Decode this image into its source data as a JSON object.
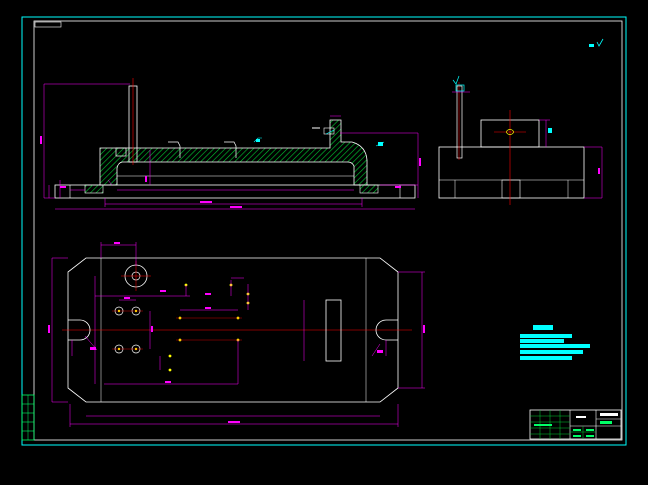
{
  "drawing": {
    "title_block": {
      "rows": 5,
      "cols": 8
    },
    "colors": {
      "background": "#000000",
      "frame": "#00ffff",
      "outline": "#ffffff",
      "dimension": "#ff00ff",
      "centerline": "#ff0000",
      "hatch": "#00cc33",
      "annotation": "#00ffff",
      "hole_marker": "#ffff00"
    },
    "views": [
      "front-section-view",
      "side-view",
      "top-view"
    ],
    "annotation_block": {
      "lines": 5
    }
  }
}
